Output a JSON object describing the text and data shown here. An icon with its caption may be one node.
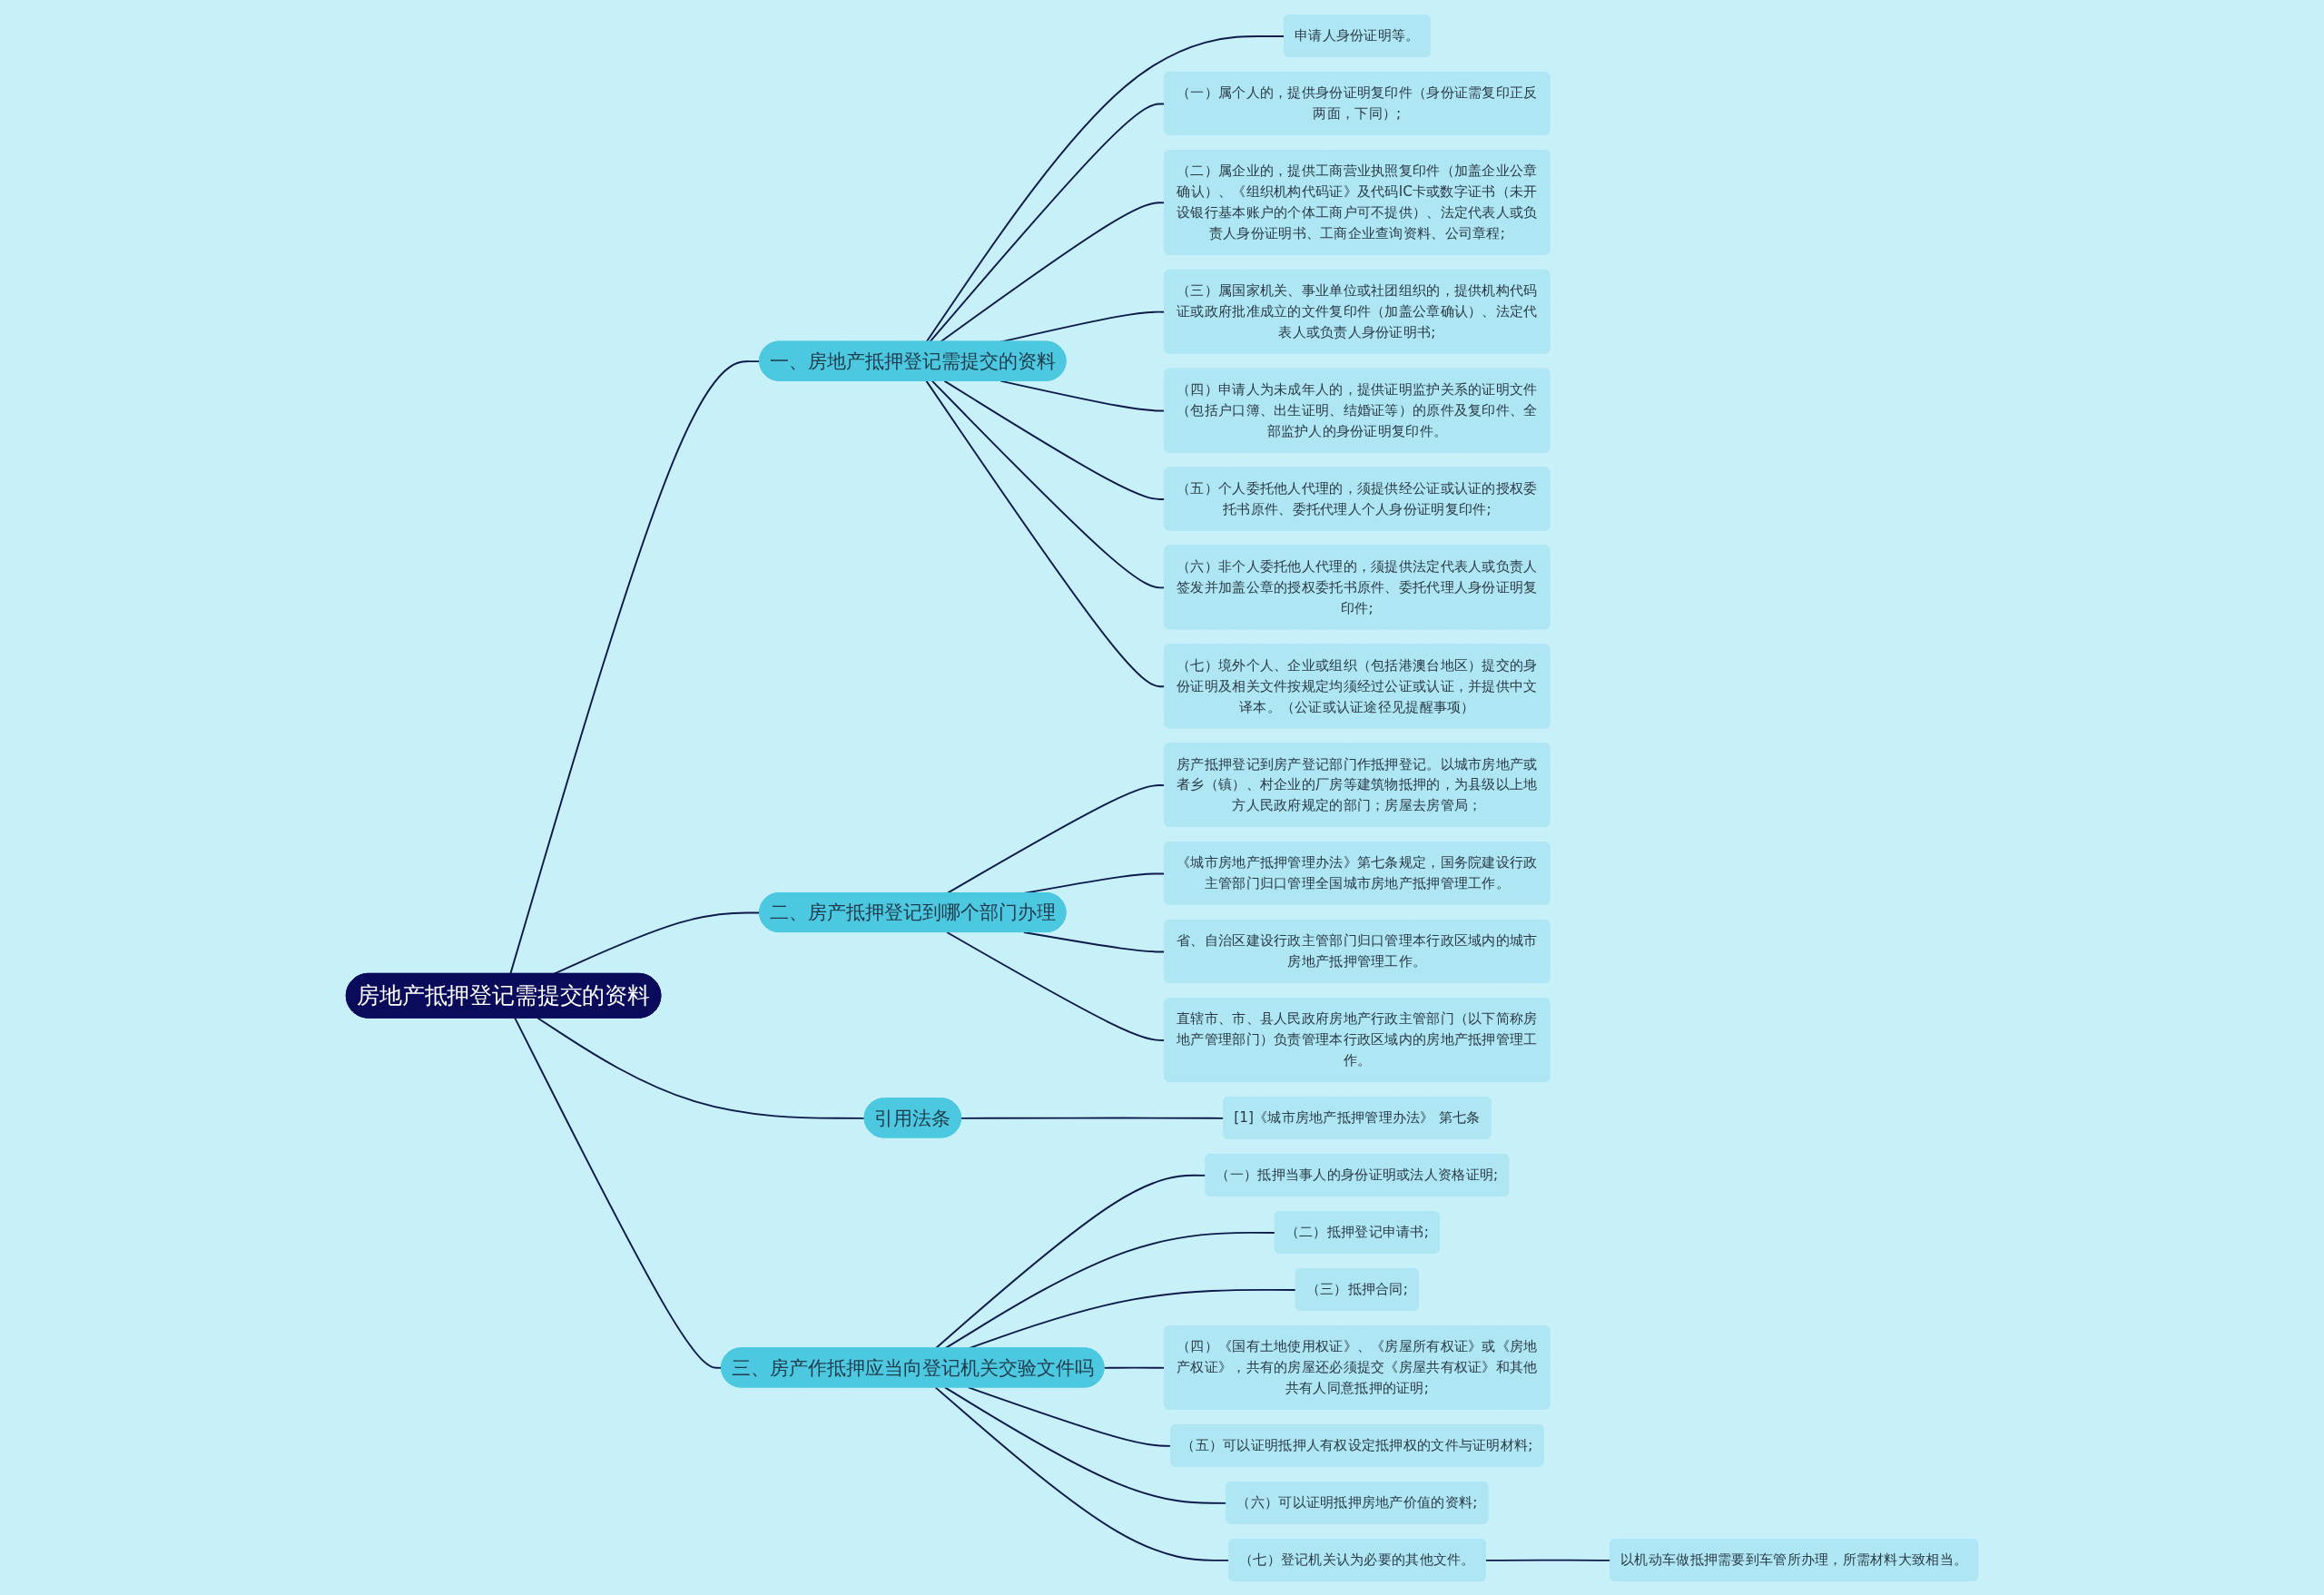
{
  "diagram": {
    "nodes": [
      {
        "text": [
          "房地产抵押登记需提交的资料"
        ]
      },
      {
        "text": [
          "一、房地产抵押登记需提交的资料"
        ]
      },
      {
        "text": [
          "申请人身份证明等。"
        ]
      },
      {
        "text": [
          "（一）属个人的，提供身份证明复印件（身份证需复印正反两面，下同）;"
        ]
      },
      {
        "text": [
          "（二）属企业的，提供工商营业执照复印件（加盖企业公章确认）、《组织机构代码证》及代码IC卡或数字证书（未开设银行基本账户的个体工商户可不提供）、法定代表人或负责人身份证明书、工商企业查询资料、公司章程;"
        ]
      },
      {
        "text": [
          "（三）属国家机关、事业单位或社团组织的，提供机构代码证或政府批准成立的文件复印件（加盖公章确认）、法定代表人或负责人身份证明书;"
        ]
      },
      {
        "text": [
          "（四）申请人为未成年人的，提供证明监护关系的证明文件（包括户口簿、出生证明、结婚证等）的原件及复印件、全部监护人的身份证明复印件。"
        ]
      },
      {
        "text": [
          "（五）个人委托他人代理的，须提供经公证或认证的授权委托书原件、委托代理人个人身份证明复印件;"
        ]
      },
      {
        "text": [
          "（六）非个人委托他人代理的，须提供法定代表人或负责人签发并加盖公章的授权委托书原件、委托代理人身份证明复印件;"
        ]
      },
      {
        "text": [
          "（七）境外个人、企业或组织（包括港澳台地区）提交的身份证明及相关文件按规定均须经过公证或认证，并提供中文译本。（公证或认证途径见提醒事项）"
        ]
      },
      {
        "text": [
          "二、房产抵押登记到哪个部门办理"
        ]
      },
      {
        "text": [
          "房产抵押登记到房产登记部门作抵押登记。以城市房地产或者乡（镇）、村企业的厂房等建筑物抵押的，为县级以上地方人民政府规定的部门；房屋去房管局；"
        ]
      },
      {
        "text": [
          "《城市房地产抵押管理办法》第七条规定，国务院建设行政主管部门归口管理全国城市房地产抵押管理工作。"
        ]
      },
      {
        "text": [
          "省、自治区建设行政主管部门归口管理本行政区域内的城市房地产抵押管理工作。"
        ]
      },
      {
        "text": [
          "直辖市、市、县人民政府房地产行政主管部门（以下简称房地产管理部门）负责管理本行政区域内的房地产抵押管理工作。"
        ]
      },
      {
        "text": [
          "引用法条"
        ]
      },
      {
        "text": [
          "[1]《城市房地产抵押管理办法》 第七条"
        ]
      },
      {
        "text": [
          "三、房产作抵押应当向登记机关交验文件吗"
        ]
      },
      {
        "text": [
          "（一）抵押当事人的身份证明或法人资格证明;"
        ]
      },
      {
        "text": [
          "（二）抵押登记申请书;"
        ]
      },
      {
        "text": [
          "（三）抵押合同;"
        ]
      },
      {
        "text": [
          "（四）《国有土地使用权证》、《房屋所有权证》或《房地产权证》，共有的房屋还必须提交《房屋共有权证》和其他共有人同意抵押的证明;"
        ]
      },
      {
        "text": [
          "（五）可以证明抵押人有权设定抵押权的文件与证明材料;"
        ]
      },
      {
        "text": [
          "（六）可以证明抵押房地产价值的资料;"
        ]
      },
      {
        "text": [
          "（七）登记机关认为必要的其他文件。"
        ]
      },
      {
        "text": [
          "以机动车做抵押需要到车管所办理，所需材料大致相当。"
        ]
      }
    ],
    "edges": [
      {
        "from": 0,
        "to": 1,
        "arrow": "none"
      },
      {
        "from": 1,
        "to": 2,
        "arrow": "none"
      },
      {
        "from": 1,
        "to": 3,
        "arrow": "none"
      },
      {
        "from": 1,
        "to": 4,
        "arrow": "none"
      },
      {
        "from": 1,
        "to": 5,
        "arrow": "none"
      },
      {
        "from": 1,
        "to": 6,
        "arrow": "none"
      },
      {
        "from": 1,
        "to": 7,
        "arrow": "none"
      },
      {
        "from": 1,
        "to": 8,
        "arrow": "none"
      },
      {
        "from": 1,
        "to": 9,
        "arrow": "none"
      },
      {
        "from": 0,
        "to": 10,
        "arrow": "none"
      },
      {
        "from": 10,
        "to": 11,
        "arrow": "none"
      },
      {
        "from": 10,
        "to": 12,
        "arrow": "none"
      },
      {
        "from": 10,
        "to": 13,
        "arrow": "none"
      },
      {
        "from": 10,
        "to": 14,
        "arrow": "none"
      },
      {
        "from": 0,
        "to": 15,
        "arrow": "none"
      },
      {
        "from": 15,
        "to": 16,
        "arrow": "none"
      },
      {
        "from": 0,
        "to": 17,
        "arrow": "none"
      },
      {
        "from": 17,
        "to": 18,
        "arrow": "none"
      },
      {
        "from": 17,
        "to": 19,
        "arrow": "none"
      },
      {
        "from": 17,
        "to": 20,
        "arrow": "none"
      },
      {
        "from": 17,
        "to": 21,
        "arrow": "none"
      },
      {
        "from": 17,
        "to": 22,
        "arrow": "none"
      },
      {
        "from": 17,
        "to": 23,
        "arrow": "none"
      },
      {
        "from": 17,
        "to": 24,
        "arrow": "none"
      },
      {
        "from": 24,
        "to": 25,
        "arrow": "none"
      }
    ]
  }
}
